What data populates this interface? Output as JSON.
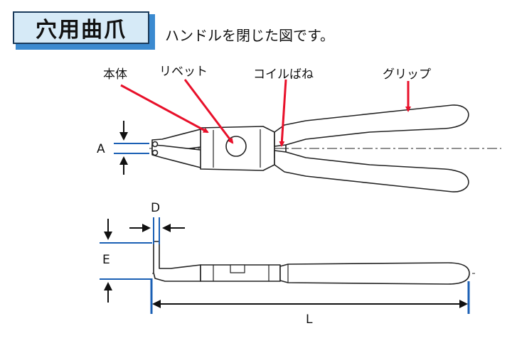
{
  "header": {
    "badge_text": "穴用曲爪",
    "subtitle": "ハンドルを閉じた図です。"
  },
  "labels": {
    "body": "本体",
    "rivet": "リベット",
    "coil_spring": "コイルばね",
    "grip": "グリップ",
    "dim_a": "A",
    "dim_d": "D",
    "dim_e": "E",
    "dim_l": "L"
  },
  "colors": {
    "red": "#e8102a",
    "blue": "#1a5fb4",
    "outline": "#222222"
  }
}
